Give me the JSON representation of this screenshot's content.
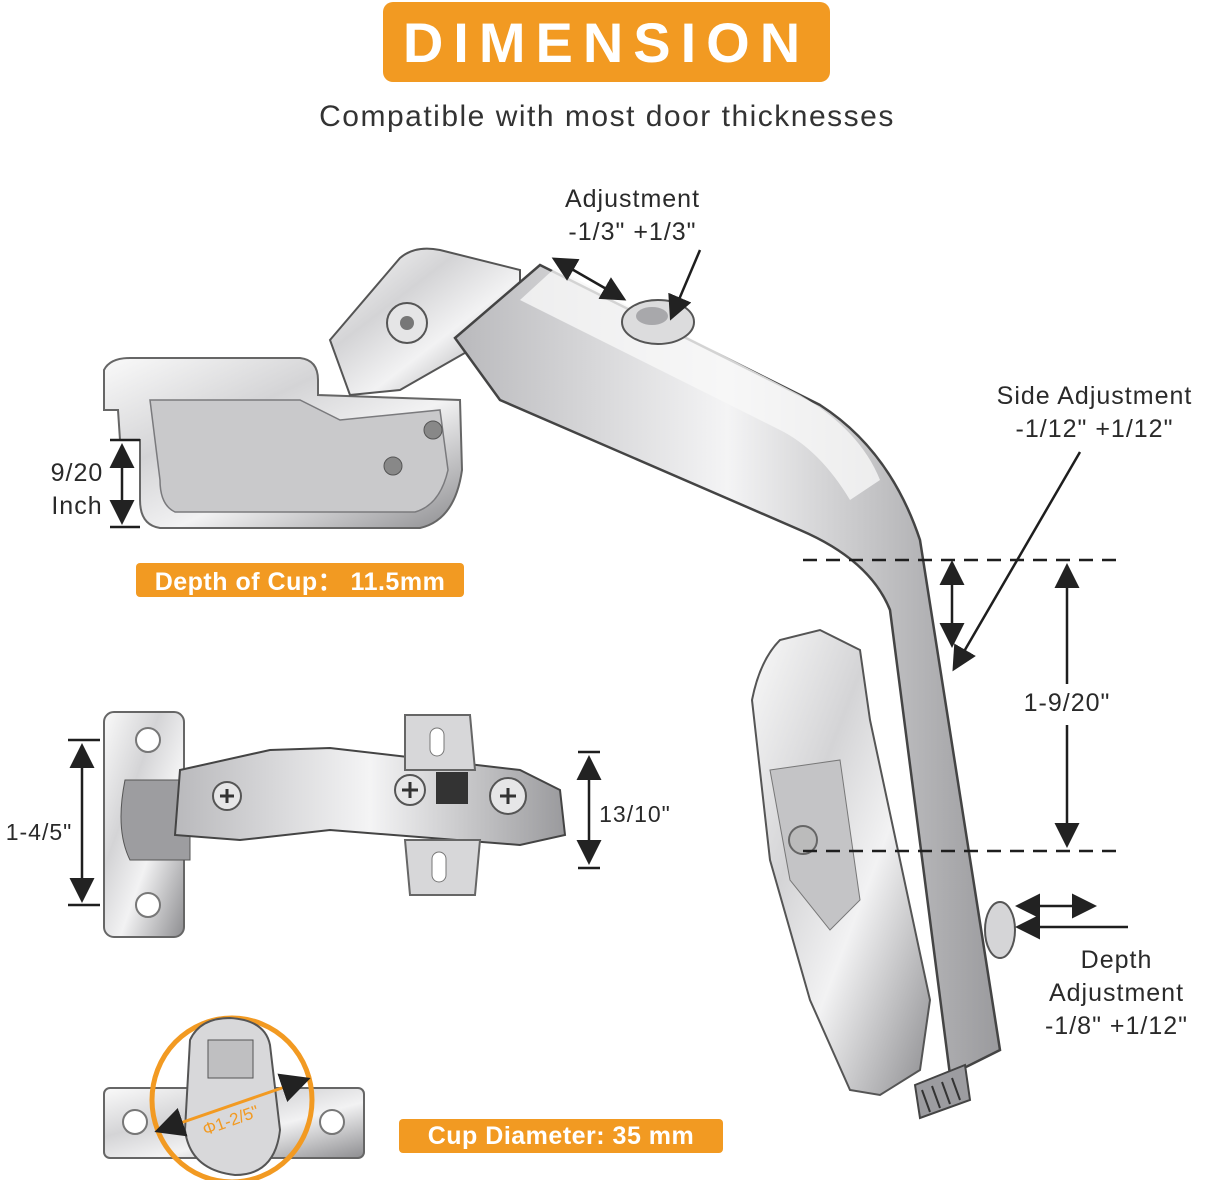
{
  "header": {
    "title": "DIMENSION",
    "subtitle": "Compatible with most door thicknesses"
  },
  "labels": {
    "adjustment_title": "Adjustment",
    "adjustment_value": "-1/3\" +1/3\"",
    "side_adjustment_title": "Side Adjustment",
    "side_adjustment_value": "-1/12\" +1/12\"",
    "cup_height_value": "9/20",
    "cup_height_unit": "Inch",
    "depth_of_cup": "Depth of Cup： 11.5mm",
    "plate_height": "1-9/20\"",
    "hinge_height": "1-4/5\"",
    "hinge_width": "13/10\"",
    "depth_adjustment_line1": "Depth",
    "depth_adjustment_line2": "Adjustment",
    "depth_adjustment_value": "-1/8\" +1/12\"",
    "cup_diameter_mark": "Φ1-2/5\"",
    "cup_diameter": "Cup Diameter: 35 mm"
  },
  "colors": {
    "accent": "#f29a22",
    "metal_light": "#e9e9ea",
    "metal_dark": "#6f6f72"
  }
}
